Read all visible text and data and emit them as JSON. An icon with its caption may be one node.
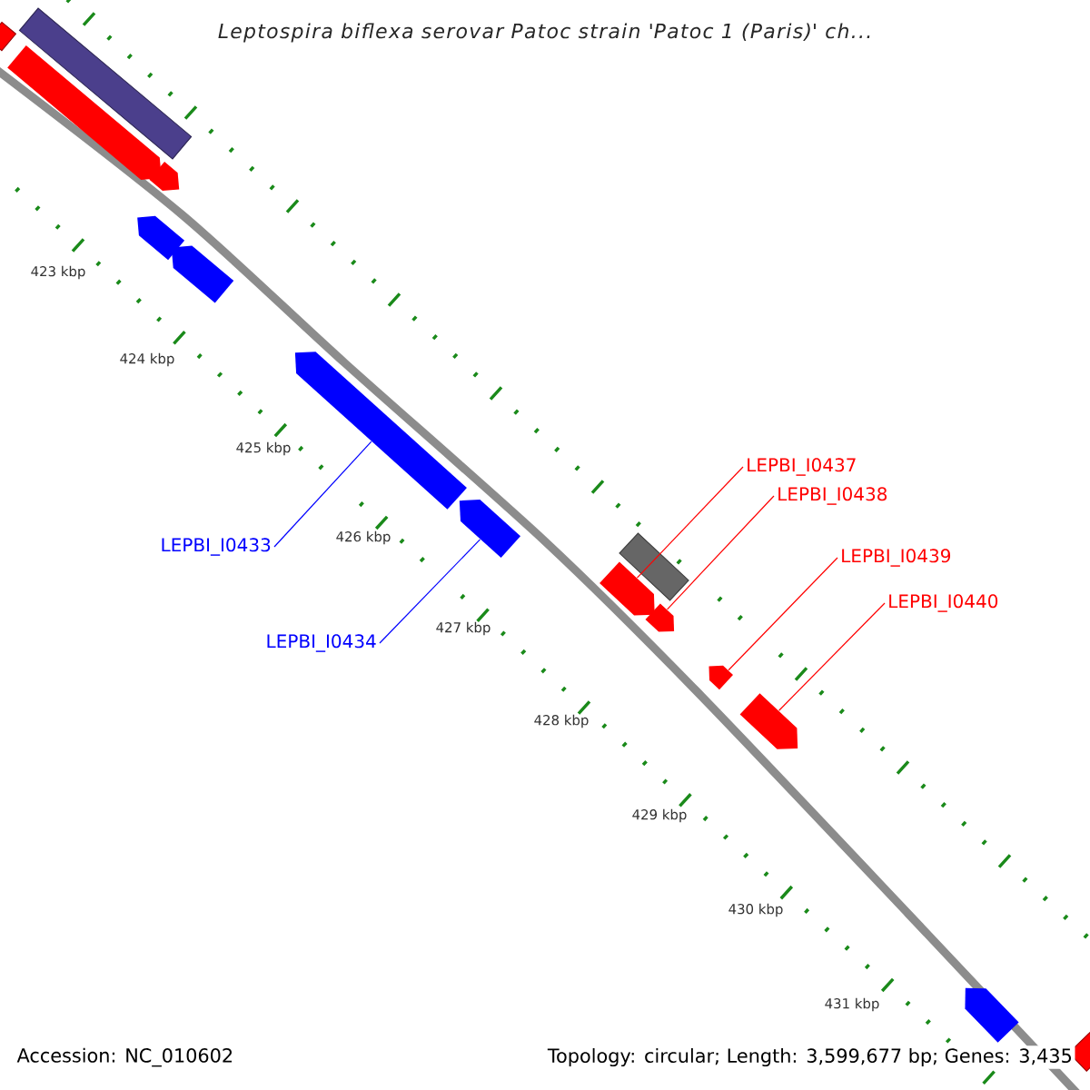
{
  "diagram": {
    "title": "Leptospira biflexa serovar Patoc strain 'Patoc 1 (Paris)' ch...",
    "nodes": [
      {
        "text": [
          "LEPBI_I0433"
        ]
      },
      {
        "text": [
          "LEPBI_I0434"
        ]
      },
      {
        "text": [
          "LEPBI_I0437"
        ]
      },
      {
        "text": [
          "LEPBI_I0438"
        ]
      },
      {
        "text": [
          "LEPBI_I0439"
        ]
      },
      {
        "text": [
          "LEPBI_I0440"
        ]
      },
      {
        "text": [],
        "shape": "bar"
      },
      {
        "text": [],
        "shape": "bar"
      },
      {
        "text": [],
        "shape": "arrow"
      },
      {
        "text": [],
        "shape": "arrow"
      },
      {
        "text": [],
        "shape": "arrow"
      },
      {
        "text": [],
        "shape": "arrow"
      },
      {
        "text": [],
        "shape": "arrow"
      },
      {
        "text": [],
        "shape": "arrow"
      },
      {
        "text": [],
        "shape": "bar"
      },
      {
        "text": [],
        "shape": "arrow"
      },
      {
        "text": [],
        "shape": "arrow"
      },
      {
        "text": [],
        "shape": "arrow"
      },
      {
        "text": [],
        "shape": "arrow"
      },
      {
        "text": [],
        "shape": "arrow"
      },
      {
        "text": [],
        "shape": "bar"
      }
    ],
    "edges": [
      {
        "from": 0,
        "to": 12,
        "arrow": "none",
        "color": "#0000ff"
      },
      {
        "from": 1,
        "to": 13,
        "arrow": "none",
        "color": "#0000ff"
      },
      {
        "from": 2,
        "to": 15,
        "arrow": "none"
      },
      {
        "from": 3,
        "to": 16,
        "arrow": "none"
      },
      {
        "from": 4,
        "to": 17,
        "arrow": "none"
      },
      {
        "from": 5,
        "to": 18,
        "arrow": "none"
      }
    ],
    "labels": [
      "423 kbp",
      "424 kbp",
      "425 kbp",
      "426 kbp",
      "427 kbp",
      "428 kbp",
      "429 kbp",
      "430 kbp",
      "431 kbp",
      "Accession: NC_010602",
      "Topology: circular; Length: 3,599,677 bp; Genes: 3,435"
    ]
  }
}
